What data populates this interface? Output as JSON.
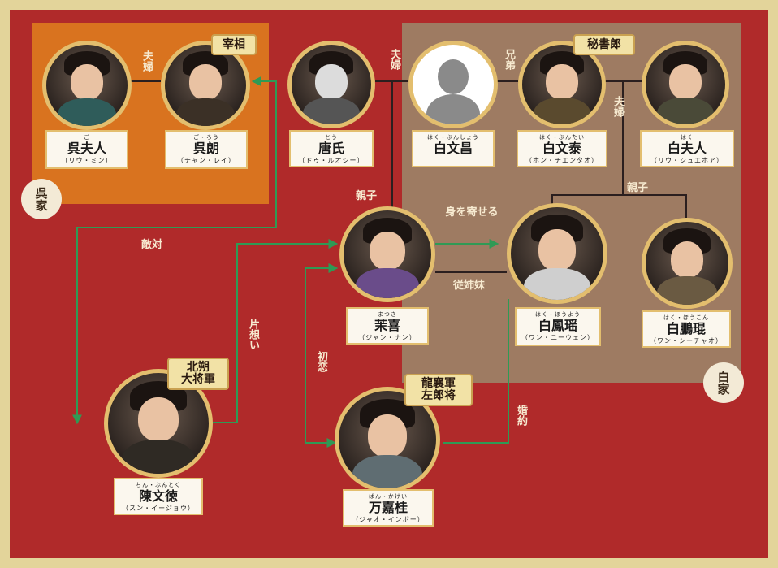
{
  "colors": {
    "border": "#e3d49a",
    "background": "#b02a2a",
    "wu_group": "#d9731f",
    "bai_group": "#9e7b62",
    "portrait_ring": "#e3be6e",
    "family_line": "#2b1f1f",
    "relation_arrow": "#2f9a55"
  },
  "groups": {
    "wu": "呉家",
    "bai": "白家"
  },
  "characters": {
    "wu_fujin": {
      "ruby": "ご",
      "name": "呉夫人",
      "actor": "（リウ・ミン）"
    },
    "wu_lang": {
      "ruby": "ご・ろう",
      "name": "呉朗",
      "actor": "（チャン・レイ）",
      "title": "宰相"
    },
    "tang": {
      "ruby": "とう",
      "name": "唐氏",
      "actor": "（ドゥ・ルオシー）"
    },
    "bai_wenchang": {
      "ruby": "はく・ぶんしょう",
      "name": "白文昌",
      "actor": "",
      "icon": "silhouette-icon"
    },
    "bai_wentai": {
      "ruby": "はく・ぶんたい",
      "name": "白文泰",
      "actor": "（ホン・チエンタオ）",
      "title": "秘書郎"
    },
    "bai_fujin": {
      "ruby": "はく",
      "name": "白夫人",
      "actor": "（リウ・シュエホア）"
    },
    "moxi": {
      "ruby": "まつき",
      "name": "茉喜",
      "actor": "（ジャン・ナン）"
    },
    "bai_fengyao": {
      "ruby": "はく・ほうよう",
      "name": "白鳳瑶",
      "actor": "（ワン・ユーウェン）"
    },
    "bai_pengkun": {
      "ruby": "はく・ほうこん",
      "name": "白鵬琨",
      "actor": "（ワン・シーチャオ）"
    },
    "chen_wende": {
      "ruby": "ちん・ぶんとく",
      "name": "陳文徳",
      "actor": "（スン・イージョウ）",
      "title_line1": "北朔",
      "title_line2": "大将軍"
    },
    "wan_jiagui": {
      "ruby": "ばん・かけい",
      "name": "万嘉桂",
      "actor": "（ジャオ・インボー）",
      "title_line1": "龍襄軍",
      "title_line2": "左郎将"
    }
  },
  "relations": {
    "couple": "夫婦",
    "couple2": "夫婦",
    "couple3": "夫婦",
    "brothers": "兄弟",
    "parent_child_moxi": "親子",
    "parent_child_bai": "親子",
    "lodging": "身を寄せる",
    "cousins": "従姉妹",
    "hostile": "敵対",
    "unrequited": "片想い",
    "first_love": "初恋",
    "engaged": "婚約"
  }
}
